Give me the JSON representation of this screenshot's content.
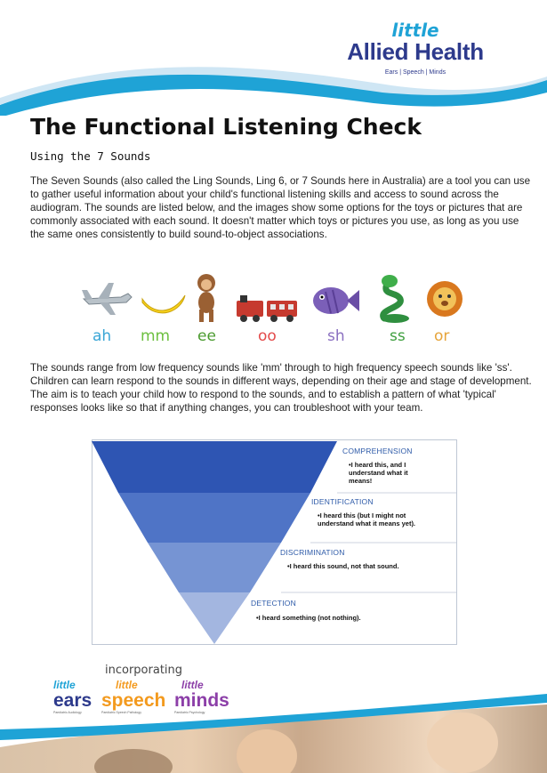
{
  "logo": {
    "word_small": "little",
    "word_main": "Allied Health",
    "tagline": "Ears | Speech | Minds"
  },
  "title": "The Functional Listening Check",
  "subtitle": "Using the 7 Sounds",
  "intro": "The Seven Sounds (also called the Ling Sounds, Ling 6, or 7 Sounds here in Australia) are a tool you can use to gather useful information about your child's functional listening skills and access to sound across the audiogram. The sounds are listed below, and the images show some options for the toys or pictures that are commonly associated with each sound. It doesn't matter which toys or pictures you use, as long as you use the same ones consistently to build sound-to-object associations.",
  "sounds": [
    {
      "label": "ah",
      "icon": "airplane-icon",
      "color": "#3aa6d6"
    },
    {
      "label": "mm",
      "icon": "banana-icon",
      "color": "#6cbf3f"
    },
    {
      "label": "ee",
      "icon": "monkey-icon",
      "color": "#4b9b2f"
    },
    {
      "label": "oo",
      "icon": "train-icon",
      "color": "#e34a4a"
    },
    {
      "label": "sh",
      "icon": "fish-icon",
      "color": "#8a6fc0"
    },
    {
      "label": "ss",
      "icon": "snake-icon",
      "color": "#3f9f3f"
    },
    {
      "label": "or",
      "icon": "lion-icon",
      "color": "#e6a43a"
    }
  ],
  "body2": "The sounds range from low frequency sounds like 'mm' through to high frequency speech sounds like 'ss'. Children can learn respond to the sounds in different ways, depending on their age and stage of development. The aim is to teach your child how to respond to the sounds, and to establish a pattern of what 'typical' responses looks like so that if anything changes, you can troubleshoot with your team.",
  "pyramid": [
    {
      "title": "COMPREHENSION",
      "lines": [
        "•I heard this, and I",
        "understand what it",
        "means!"
      ],
      "color": "#2e55b3"
    },
    {
      "title": "IDENTIFICATION",
      "lines": [
        "•I heard this (but I might not",
        "understand what it means yet)."
      ],
      "color": "#4f74c6"
    },
    {
      "title": "DISCRIMINATION",
      "lines": [
        "•I heard this sound, not that sound."
      ],
      "color": "#7694d3"
    },
    {
      "title": "DETECTION",
      "lines": [
        "•I heard something (not nothing)."
      ],
      "color": "#a3b6e0"
    }
  ],
  "footer": {
    "incorporating": "incorporating",
    "brands": [
      {
        "small": "little",
        "big": "ears",
        "sub": "Paediatric Audiology",
        "color": "#2d3a8c"
      },
      {
        "small": "little",
        "big": "speech",
        "sub": "Paediatric Speech Pathology",
        "color": "#f39a1e"
      },
      {
        "small": "little",
        "big": "minds",
        "sub": "Paediatric Psychology",
        "color": "#8c3fa8"
      }
    ]
  },
  "colors": {
    "wave": "#1fa3d6",
    "brand_navy": "#2d3a8c"
  }
}
